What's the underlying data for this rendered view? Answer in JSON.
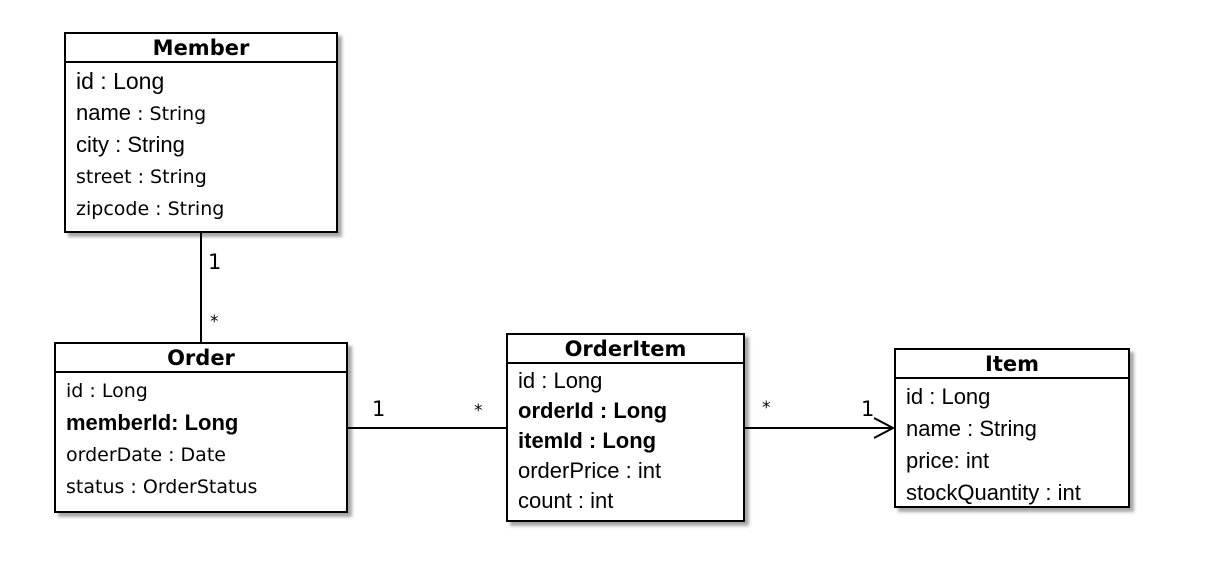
{
  "classes": {
    "member": {
      "title": "Member",
      "attributes": [
        {
          "text": "id : Long",
          "style": "normal"
        },
        {
          "text": "name : String",
          "style": "normal"
        },
        {
          "text": "city : String",
          "style": "normal"
        },
        {
          "text": "street : String",
          "style": "light"
        },
        {
          "text": "zipcode : String",
          "style": "light"
        }
      ]
    },
    "order": {
      "title": "Order",
      "attributes": [
        {
          "text": "id : Long",
          "style": "light"
        },
        {
          "text": "memberId: Long",
          "style": "bold"
        },
        {
          "text": "orderDate : Date",
          "style": "light"
        },
        {
          "text": "status : OrderStatus",
          "style": "light"
        }
      ]
    },
    "orderitem": {
      "title": "OrderItem",
      "attributes": [
        {
          "text": "id : Long",
          "style": "normal"
        },
        {
          "text": "orderId : Long",
          "style": "bold"
        },
        {
          "text": "itemId : Long",
          "style": "bold"
        },
        {
          "text": "orderPrice : int",
          "style": "normal"
        },
        {
          "text": "count : int",
          "style": "normal"
        }
      ]
    },
    "item": {
      "title": "Item",
      "attributes": [
        {
          "text": "id : Long",
          "style": "normal"
        },
        {
          "text": "name : String",
          "style": "normal"
        },
        {
          "text": "price: int",
          "style": "normal"
        },
        {
          "text": "stockQuantity : int",
          "style": "normal"
        }
      ]
    }
  },
  "associations": {
    "member_order": {
      "member_end": "1",
      "order_end": "*"
    },
    "order_orderitem": {
      "order_end": "1",
      "orderitem_end": "*"
    },
    "orderitem_item": {
      "orderitem_end": "*",
      "item_end": "1",
      "navigable_to": "Item"
    }
  }
}
